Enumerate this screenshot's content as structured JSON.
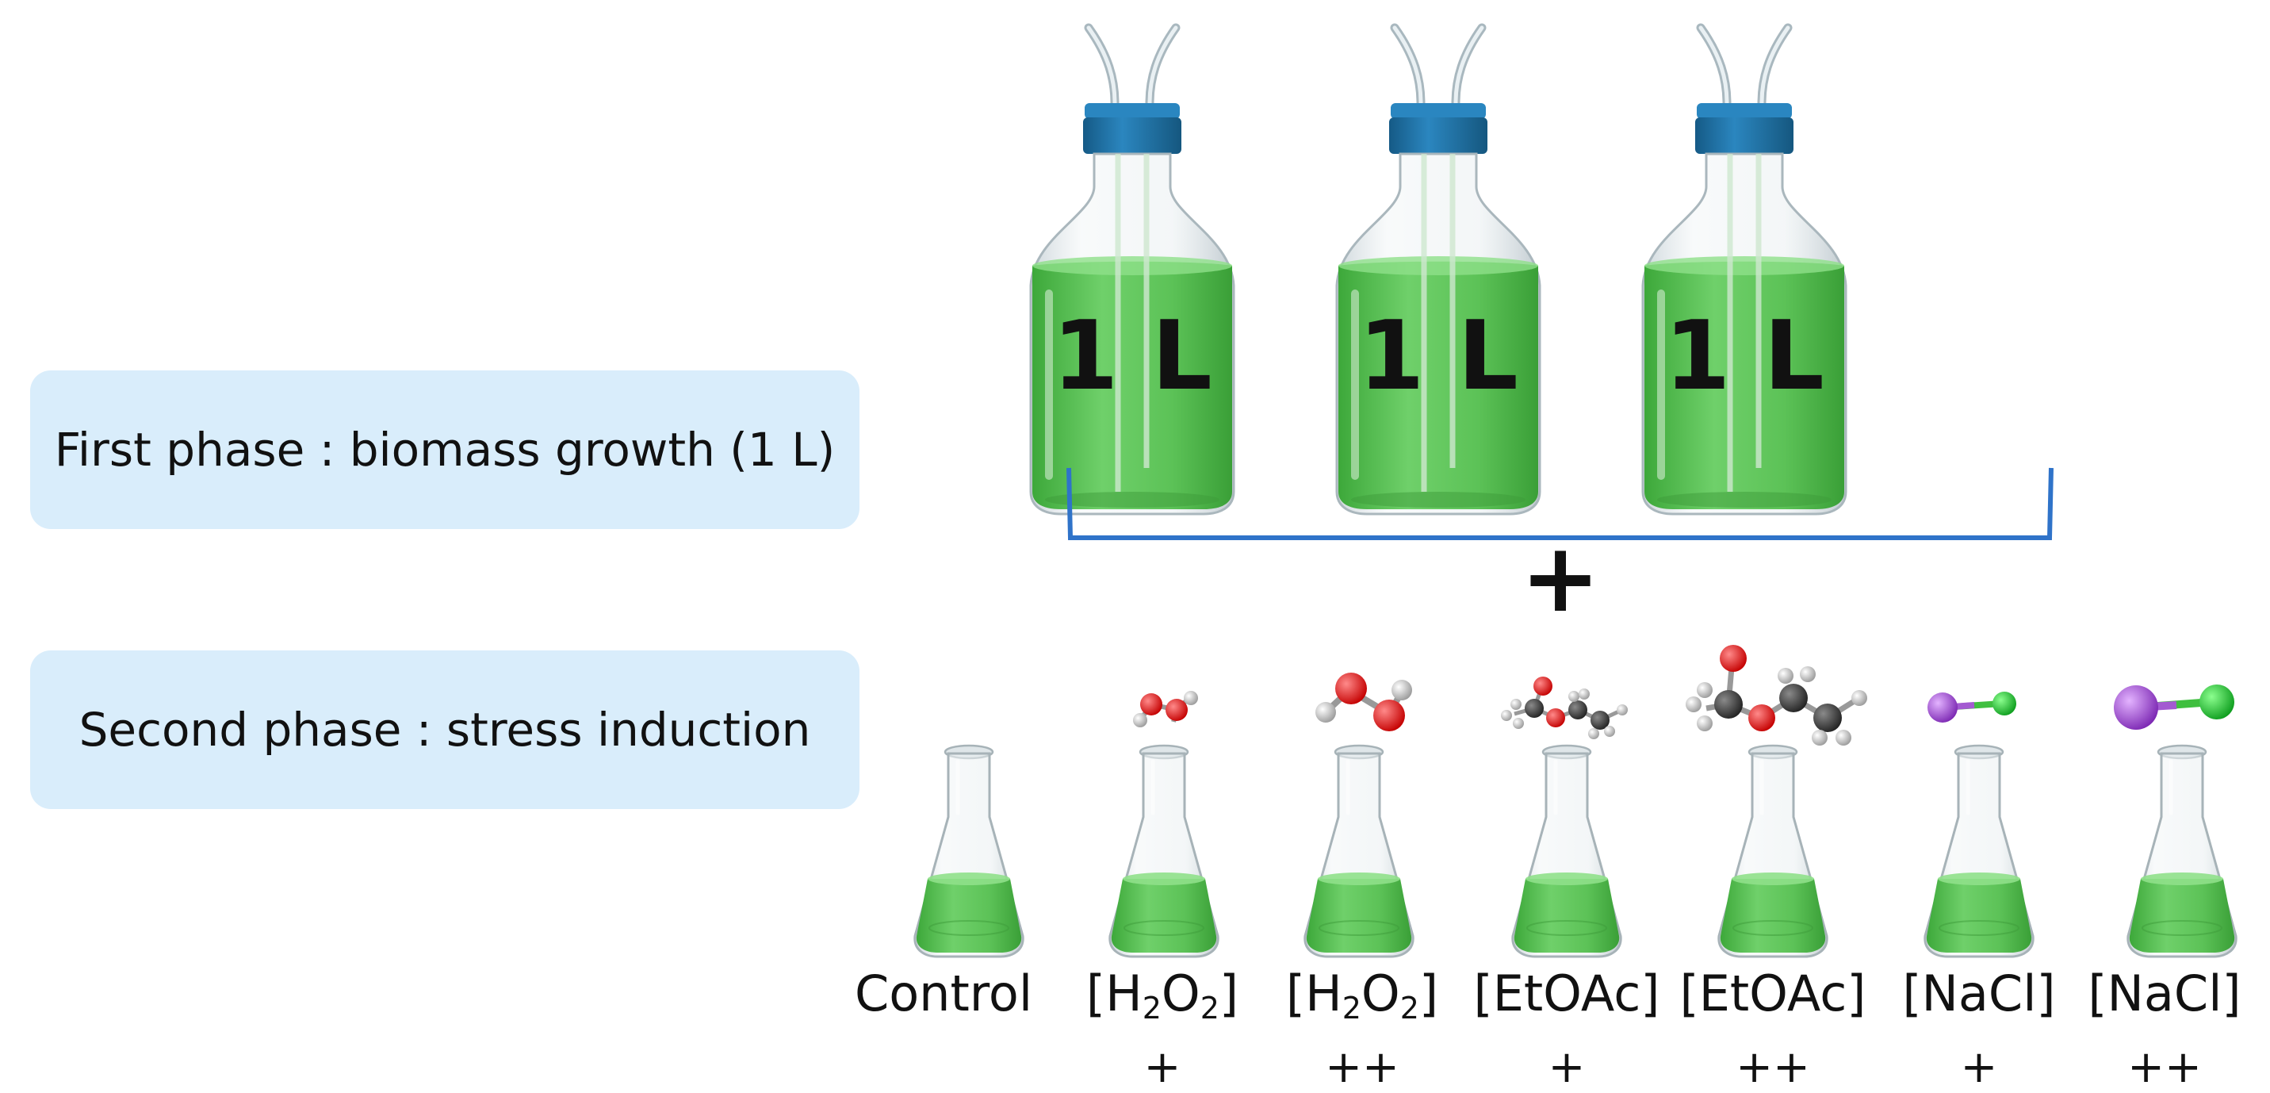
{
  "phases": {
    "first": "First phase : biomass growth (1 L)",
    "second": "Second phase : stress induction"
  },
  "bottles": [
    {
      "volume_label": "1 L"
    },
    {
      "volume_label": "1 L"
    },
    {
      "volume_label": "1 L"
    }
  ],
  "plus_sign": "+",
  "flasks": [
    {
      "label": "Control",
      "label_parts": [
        "Control"
      ],
      "level": "",
      "molecule": "none"
    },
    {
      "label": "[H2O2]",
      "label_parts": [
        "[H",
        "2",
        "O",
        "2",
        "]"
      ],
      "level": "+",
      "molecule": "h2o2-small"
    },
    {
      "label": "[H2O2]",
      "label_parts": [
        "[H",
        "2",
        "O",
        "2",
        "]"
      ],
      "level": "++",
      "molecule": "h2o2-large"
    },
    {
      "label": "[EtOAc]",
      "label_parts": [
        "[EtOAc]"
      ],
      "level": "+",
      "molecule": "etoac-small"
    },
    {
      "label": "[EtOAc]",
      "label_parts": [
        "[EtOAc]"
      ],
      "level": "++",
      "molecule": "etoac-large"
    },
    {
      "label": "[NaCl]",
      "label_parts": [
        "[NaCl]"
      ],
      "level": "+",
      "molecule": "nacl-small"
    },
    {
      "label": "[NaCl]",
      "label_parts": [
        "[NaCl]"
      ],
      "level": "++",
      "molecule": "nacl-large"
    }
  ],
  "colors": {
    "culture_green": "#5fc25a",
    "cap_blue": "#1f6fa3",
    "bracket_blue": "#2f73c9",
    "box_blue": "#d9edfb",
    "oxygen_red": "#d40d0d",
    "hydrogen_white": "#e6e6e6",
    "carbon_dark": "#3c3c3c",
    "sodium_purple": "#9b45cf",
    "chlorine_green": "#1fc230"
  }
}
